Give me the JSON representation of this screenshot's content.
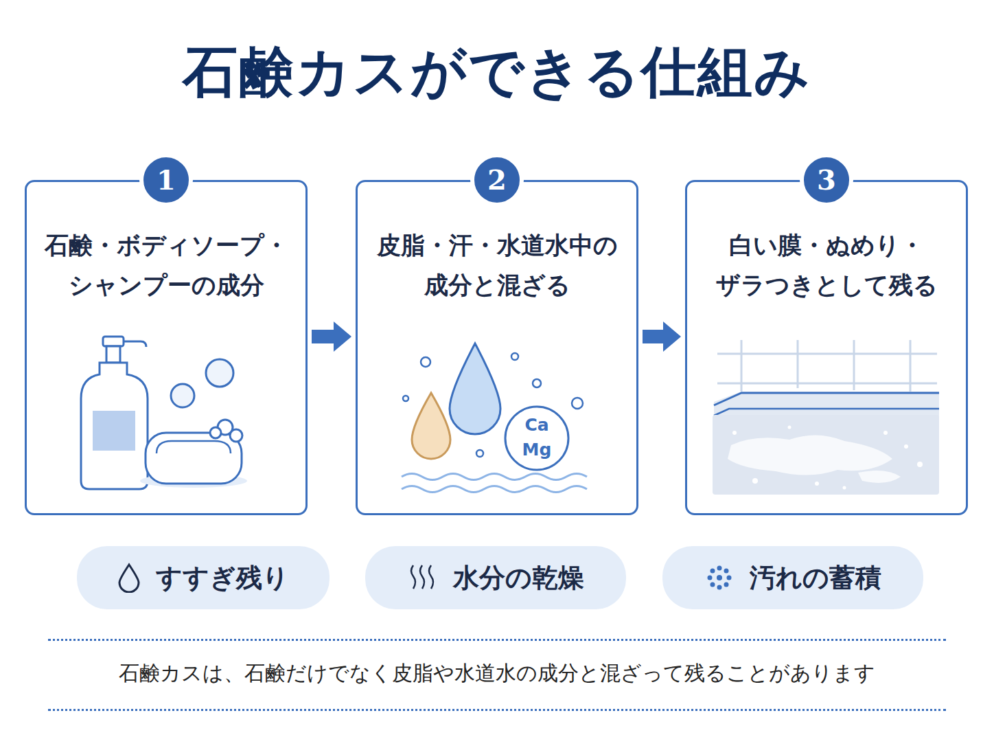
{
  "diagram": {
    "title": "石鹸カスができる仕組み",
    "caption": "石鹸カスは、石鹸だけでなく皮脂や水道水の成分と混ざって残ることがあります",
    "nodes": [
      {
        "text": [
          "石鹸・ボディソープ・ シャンプーの成分"
        ]
      },
      {
        "text": [
          "1"
        ],
        "in": 0
      },
      {
        "text": [
          "皮脂・汗・水道水中の 成分と混ざる"
        ]
      },
      {
        "text": [
          "2"
        ],
        "in": 2
      },
      {
        "text": [
          "白い膜・ぬめり・ ザラつきとして残る"
        ]
      },
      {
        "text": [
          "3"
        ],
        "in": 4
      },
      {
        "text": [
          "すすぎ残り"
        ]
      },
      {
        "text": [
          "水分の乾燥"
        ]
      },
      {
        "text": [
          "汚れの蓄積"
        ]
      }
    ],
    "edges": [
      {
        "from": 0,
        "to": 2,
        "arrow": "to"
      },
      {
        "from": 2,
        "to": 4,
        "arrow": "to"
      }
    ],
    "labels": [
      "Ca",
      "Mg"
    ]
  }
}
